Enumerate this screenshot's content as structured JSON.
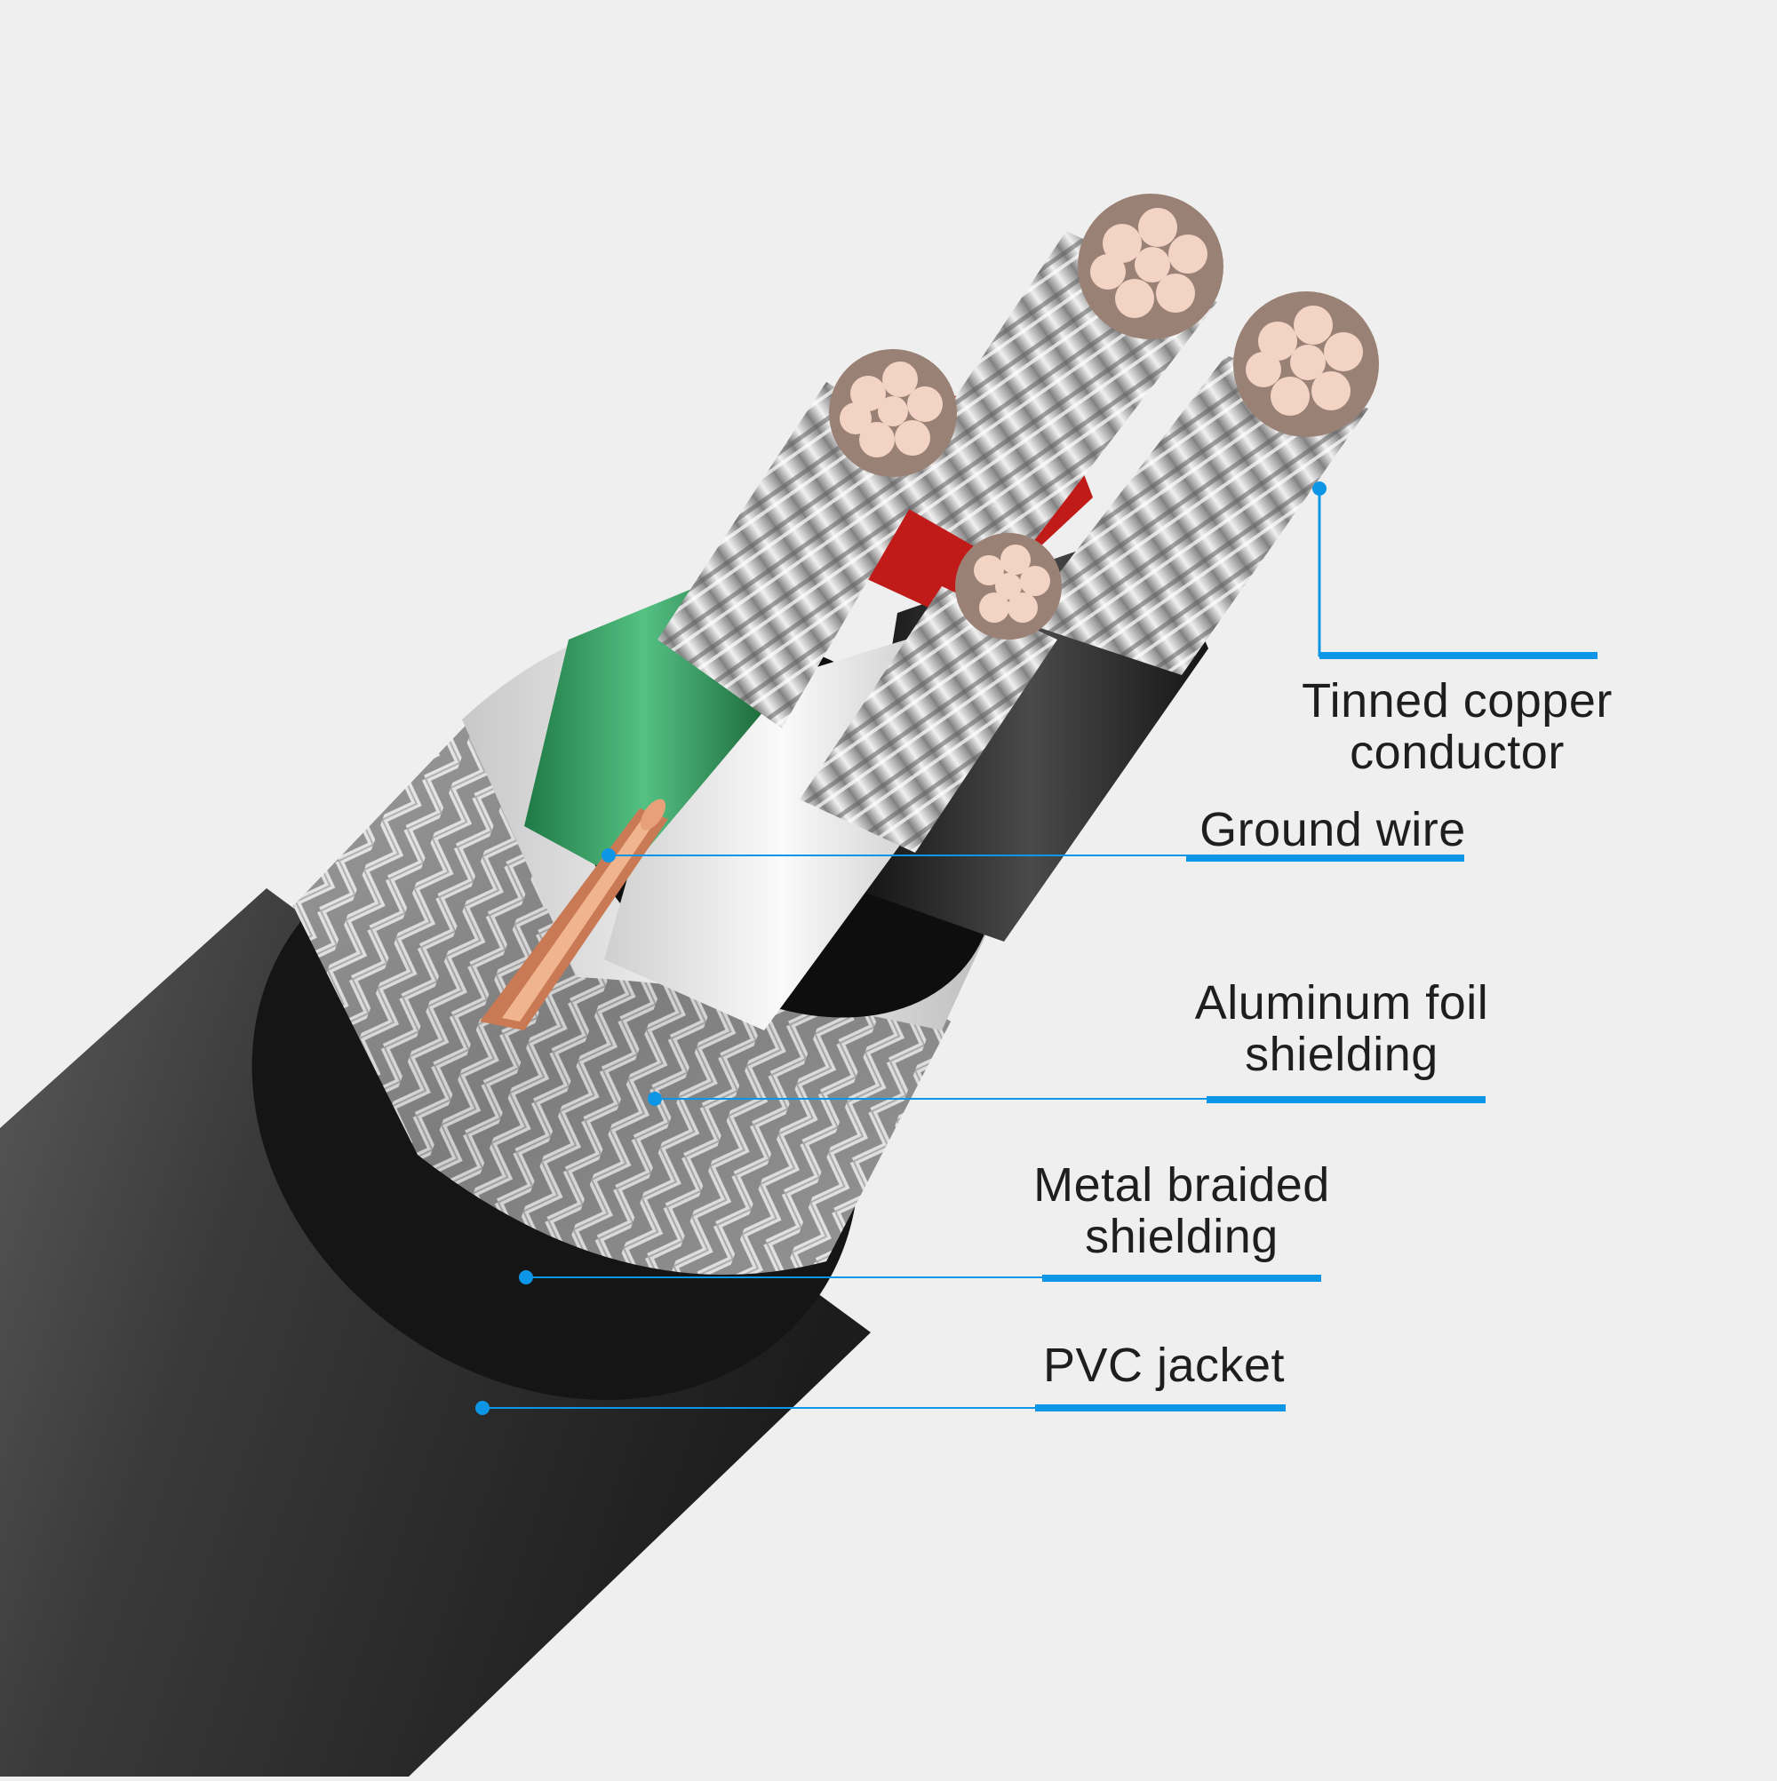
{
  "accent_color": "#0e96e6",
  "background_color": "#efefef",
  "labels": {
    "conductor": {
      "line1": "Tinned copper",
      "line2": "conductor"
    },
    "ground": {
      "line1": "Ground wire"
    },
    "foil": {
      "line1": "Aluminum foil",
      "line2": "shielding"
    },
    "braid": {
      "line1": "Metal braided",
      "line2": "shielding"
    },
    "jacket": {
      "line1": "PVC jacket"
    }
  }
}
